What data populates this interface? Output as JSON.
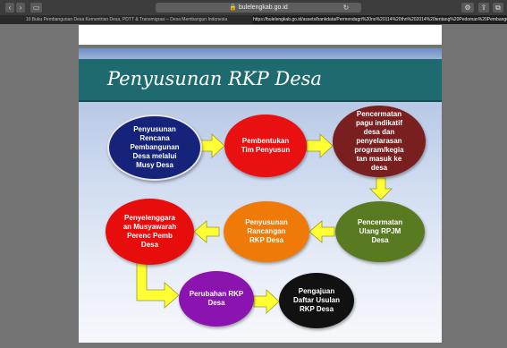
{
  "browser": {
    "address": "bulelengkab.go.id",
    "tabs": [
      "10 Buku Pembangunan Desa Kementrian Desa, PDTT & Transmigrasi – Desa Membangun Indonesia",
      "https://bulelengkab.go.id/assets/bankdata/Permendagri%20no%20114%20thn%202014%20tentang%20Pedoman%20Pembangu..."
    ]
  },
  "slide": {
    "title": "Penyusunan RKP Desa",
    "steps": [
      {
        "label": "Penyusunan\nRencana\nPembangunan\nDesa melalui\nMusy  Desa",
        "color": "#16237a"
      },
      {
        "label": "Pembentukan\nTim Penyusun",
        "color": "#e81010"
      },
      {
        "label": "Pencermatan\npagu indikatif\ndesa dan\npenyelarasan\nprogram/kegia\ntan masuk ke\ndesa",
        "color": "#7a1f1f"
      },
      {
        "label": "Pencermatan\nUlang RPJM\nDesa",
        "color": "#5a7a22"
      },
      {
        "label": "Penyusunan\nRancangan\nRKP Desa",
        "color": "#f07a08"
      },
      {
        "label": "Penyelenggara\nan Musyawarah\nPerenc Pemb\nDesa",
        "color": "#e80d0d"
      },
      {
        "label": "Perubahan RKP\nDesa",
        "color": "#8b14b0"
      },
      {
        "label": "Pengajuan\nDaftar Usulan\nRKP Desa",
        "color": "#111111"
      }
    ],
    "arrow_color": "#ffff33"
  }
}
